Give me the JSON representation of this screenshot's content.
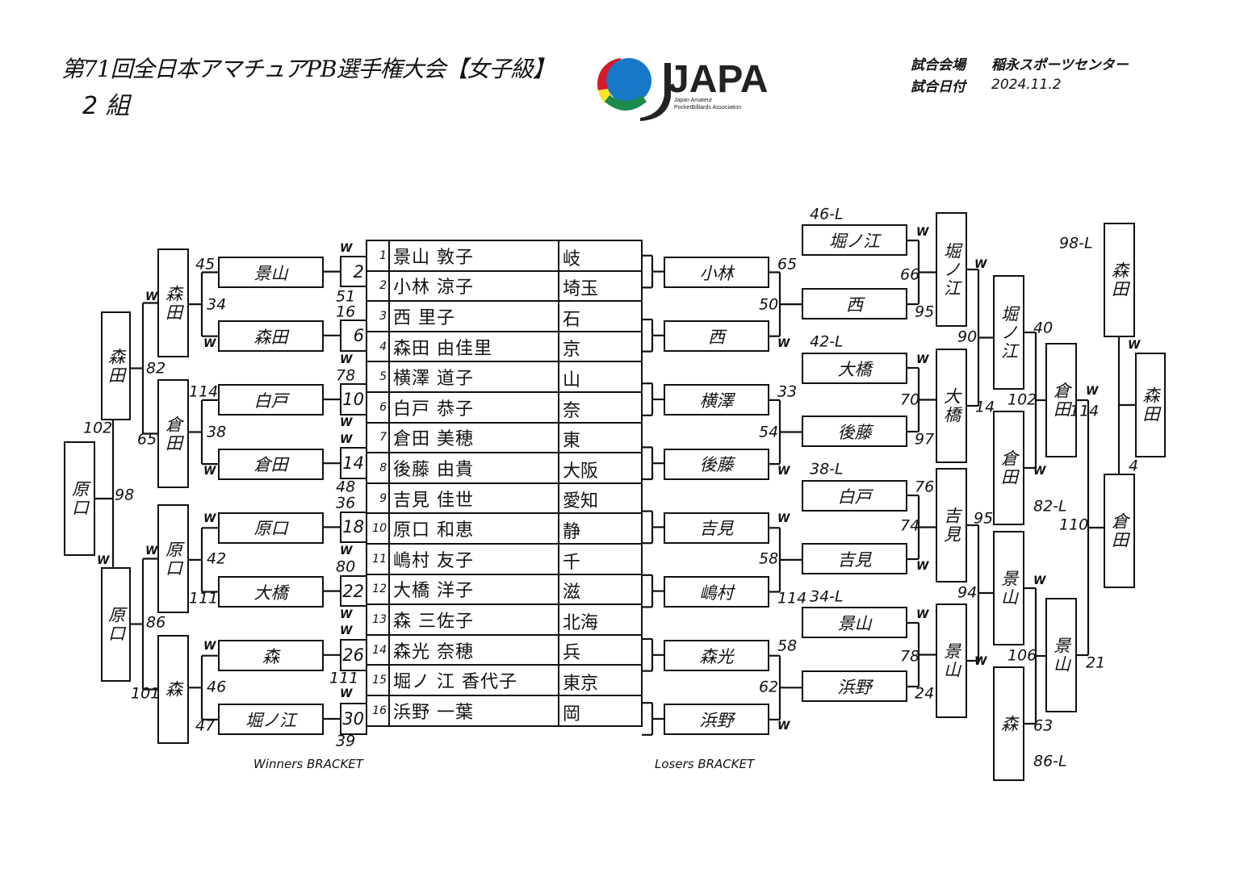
{
  "header": {
    "title": "第71回全日本アマチュアPB選手権大会【女子級】",
    "group": "2 組",
    "venue_label": "試合会場",
    "venue": "稲永スポーツセンター",
    "date_label": "試合日付",
    "date": "2024.11.2",
    "logo": {
      "text": "JAPA",
      "sub1": "Japan Amateur",
      "sub2": "PocketBilliards Association",
      "colors": [
        "#d7192a",
        "#f3e52a",
        "#1778c8",
        "#1a8a4d"
      ]
    }
  },
  "players": [
    {
      "seed": "1",
      "name": "景山 敦子",
      "pref": "岐"
    },
    {
      "seed": "2",
      "name": "小林 涼子",
      "pref": "埼玉"
    },
    {
      "seed": "3",
      "name": "西 里子",
      "pref": "石"
    },
    {
      "seed": "4",
      "name": "森田 由佳里",
      "pref": "京"
    },
    {
      "seed": "5",
      "name": "横澤 道子",
      "pref": "山"
    },
    {
      "seed": "6",
      "name": "白戸 恭子",
      "pref": "奈"
    },
    {
      "seed": "7",
      "name": "倉田 美穂",
      "pref": "東"
    },
    {
      "seed": "8",
      "name": "後藤 由貴",
      "pref": "大阪"
    },
    {
      "seed": "9",
      "name": "吉見 佳世",
      "pref": "愛知"
    },
    {
      "seed": "10",
      "name": "原口 和恵",
      "pref": "静"
    },
    {
      "seed": "11",
      "name": "嶋村 友子",
      "pref": "千"
    },
    {
      "seed": "12",
      "name": "大橋 洋子",
      "pref": "滋"
    },
    {
      "seed": "13",
      "name": "森 三佐子",
      "pref": "北海"
    },
    {
      "seed": "14",
      "name": "森光 奈穂",
      "pref": "兵"
    },
    {
      "seed": "15",
      "name": "堀ノ 江 香代子",
      "pref": "東京"
    },
    {
      "seed": "16",
      "name": "浜野 一葉",
      "pref": "岡"
    }
  ],
  "winners": {
    "label": "Winners BRACKET",
    "match_numbers": [
      "2",
      "6",
      "10",
      "14",
      "18",
      "22",
      "26",
      "30"
    ],
    "boxes": [
      "景山",
      "森田",
      "白戸",
      "倉田",
      "原口",
      "大橋",
      "森",
      "堀ノ江",
      "森田",
      "倉田",
      "原口",
      "森",
      "森田",
      "原口",
      "原口"
    ],
    "labels": [
      "W",
      "51",
      "16",
      "W",
      "78",
      "W",
      "W",
      "48",
      "36",
      "W",
      "80",
      "W",
      "W",
      "111",
      "W",
      "39",
      "45",
      "34",
      "W",
      "114",
      "38",
      "W",
      "W",
      "42",
      "111",
      "W",
      "46",
      "47",
      "W",
      "82",
      "65",
      "W",
      "86",
      "101",
      "102",
      "98",
      "W"
    ]
  },
  "losers": {
    "label": "Losers BRACKET",
    "boxes": [
      "小林",
      "西",
      "横澤",
      "後藤",
      "吉見",
      "嶋村",
      "森光",
      "浜野",
      "堀ノ江",
      "西",
      "大橋",
      "後藤",
      "白戸",
      "吉見",
      "景山",
      "浜野",
      "堀ノ江",
      "大橋",
      "吉見",
      "景山",
      "堀ノ江",
      "倉田",
      "景山",
      "森",
      "倉田",
      "景山",
      "森田",
      "倉田",
      "森田"
    ],
    "labels": [
      "65",
      "50",
      "W",
      "33",
      "54",
      "W",
      "W",
      "58",
      "114",
      "58",
      "62",
      "W",
      "46-L",
      "42-L",
      "38-L",
      "34-L",
      "W",
      "66",
      "95",
      "W",
      "70",
      "97",
      "76",
      "74",
      "W",
      "W",
      "78",
      "24",
      "W",
      "90",
      "14",
      "95",
      "94",
      "W",
      "82-L",
      "86-L",
      "40",
      "102",
      "W",
      "W",
      "106",
      "63",
      "W",
      "110",
      "21",
      "98-L",
      "W",
      "114",
      "4"
    ]
  }
}
